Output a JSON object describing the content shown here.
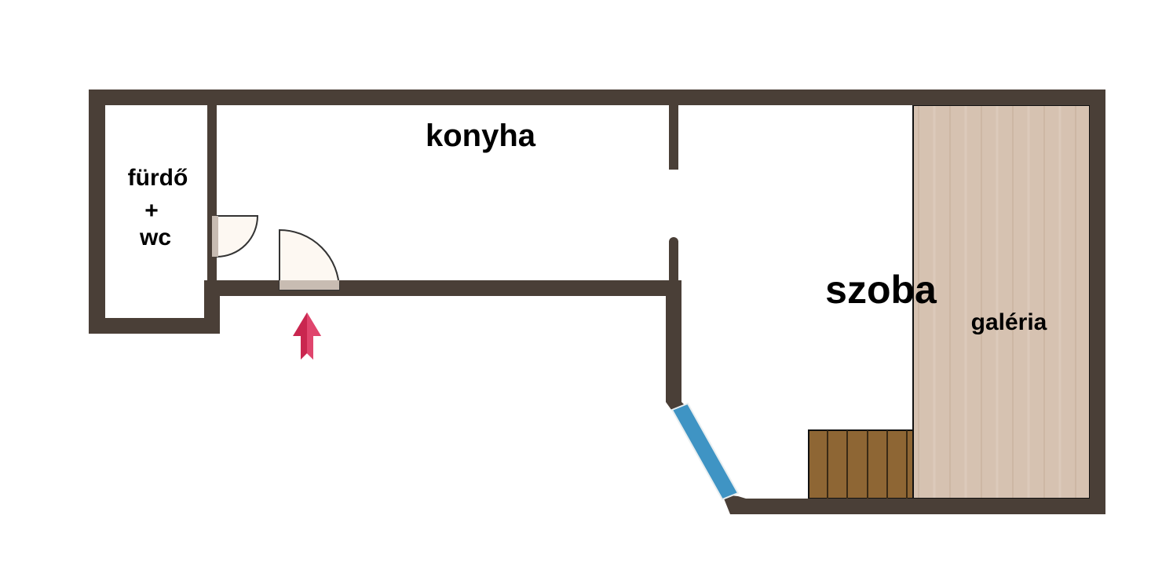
{
  "rooms": {
    "kitchen": "konyha",
    "bath_line1": "fürdő",
    "bath_line2": "+",
    "bath_line3": "wc",
    "room": "szoba",
    "gallery": "galéria"
  },
  "colors": {
    "wall": "#4a3f37",
    "gallery_floor": "#d6c2b1",
    "stairs": "#8e6634",
    "window": "#3f94c4",
    "door": "#fdf8f2",
    "entrance_arrow": "#c9264f"
  }
}
